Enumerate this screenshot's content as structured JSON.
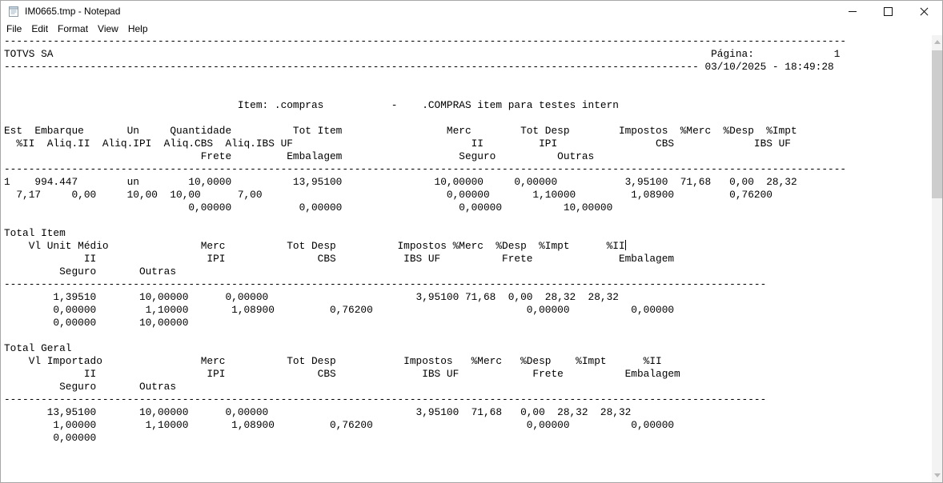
{
  "window": {
    "title": "IM0665.tmp - Notepad"
  },
  "menu": {
    "items": [
      "File",
      "Edit",
      "Format",
      "View",
      "Help"
    ]
  },
  "report": {
    "company": "TOTVS SA",
    "page_label": "Página:",
    "page_number": "1",
    "datetime": "03/10/2025 - 18:49:28",
    "item_code": ".compras",
    "item_description": ".COMPRAS item para testes intern"
  },
  "editor": {
    "caret_line": 16,
    "lines": [
      [
        [
          0,
          "-",
          137
        ]
      ],
      [
        [
          0,
          "TOTVS SA"
        ],
        [
          115,
          "Página:"
        ],
        [
          135,
          "1"
        ]
      ],
      [
        [
          0,
          "-",
          113
        ],
        [
          114,
          "03/10/2025 - 18:49:28"
        ]
      ],
      [],
      [],
      [
        [
          38,
          "Item: .compras"
        ],
        [
          63,
          "-"
        ],
        [
          68,
          ".COMPRAS item para testes intern"
        ]
      ],
      [],
      [
        [
          0,
          "Est"
        ],
        [
          5,
          "Embarque"
        ],
        [
          20,
          "Un"
        ],
        [
          27,
          "Quantidade"
        ],
        [
          47,
          "Tot Item"
        ],
        [
          72,
          "Merc"
        ],
        [
          84,
          "Tot Desp"
        ],
        [
          100,
          "Impostos"
        ],
        [
          110,
          "%Merc"
        ],
        [
          117,
          "%Desp"
        ],
        [
          124,
          "%Impt"
        ]
      ],
      [
        [
          2,
          "%II"
        ],
        [
          7,
          "Aliq.II"
        ],
        [
          16,
          "Aliq.IPI"
        ],
        [
          26,
          "Aliq.CBS"
        ],
        [
          36,
          "Aliq.IBS UF"
        ],
        [
          76,
          "II"
        ],
        [
          87,
          "IPI"
        ],
        [
          106,
          "CBS"
        ],
        [
          122,
          "IBS UF"
        ]
      ],
      [
        [
          32,
          "Frete"
        ],
        [
          46,
          "Embalagem"
        ],
        [
          74,
          "Seguro"
        ],
        [
          90,
          "Outras"
        ]
      ],
      [
        [
          0,
          "-",
          137
        ]
      ],
      [
        [
          0,
          "1"
        ],
        [
          5,
          "994.447"
        ],
        [
          20,
          "un"
        ],
        [
          30,
          "10,0000"
        ],
        [
          47,
          "13,95100"
        ],
        [
          70,
          "10,00000"
        ],
        [
          83,
          "0,00000"
        ],
        [
          101,
          "3,95100"
        ],
        [
          110,
          "71,68"
        ],
        [
          118,
          "0,00"
        ],
        [
          124,
          "28,32"
        ]
      ],
      [
        [
          2,
          "7,17"
        ],
        [
          11,
          "0,00"
        ],
        [
          20,
          "10,00"
        ],
        [
          27,
          "10,00"
        ],
        [
          38,
          "7,00"
        ],
        [
          72,
          "0,00000"
        ],
        [
          86,
          "1,10000"
        ],
        [
          102,
          "1,08900"
        ],
        [
          118,
          "0,76200"
        ]
      ],
      [
        [
          30,
          "0,00000"
        ],
        [
          48,
          "0,00000"
        ],
        [
          74,
          "0,00000"
        ],
        [
          91,
          "10,00000"
        ]
      ],
      [],
      [
        [
          0,
          "Total Item"
        ]
      ],
      [
        [
          4,
          "Vl Unit Médio"
        ],
        [
          32,
          "Merc"
        ],
        [
          46,
          "Tot Desp"
        ],
        [
          64,
          "Impostos"
        ],
        [
          73,
          "%Merc"
        ],
        [
          80,
          "%Desp"
        ],
        [
          87,
          "%Impt"
        ],
        [
          98,
          "%II"
        ]
      ],
      [
        [
          13,
          "II"
        ],
        [
          33,
          "IPI"
        ],
        [
          51,
          "CBS"
        ],
        [
          65,
          "IBS UF"
        ],
        [
          81,
          "Frete"
        ],
        [
          100,
          "Embalagem"
        ]
      ],
      [
        [
          9,
          "Seguro"
        ],
        [
          22,
          "Outras"
        ]
      ],
      [
        [
          0,
          "-",
          124
        ]
      ],
      [
        [
          8,
          "1,39510"
        ],
        [
          22,
          "10,00000"
        ],
        [
          36,
          "0,00000"
        ],
        [
          67,
          "3,95100"
        ],
        [
          75,
          "71,68"
        ],
        [
          82,
          "0,00"
        ],
        [
          88,
          "28,32"
        ],
        [
          95,
          "28,32"
        ]
      ],
      [
        [
          8,
          "0,00000"
        ],
        [
          23,
          "1,10000"
        ],
        [
          37,
          "1,08900"
        ],
        [
          53,
          "0,76200"
        ],
        [
          85,
          "0,00000"
        ],
        [
          102,
          "0,00000"
        ]
      ],
      [
        [
          8,
          "0,00000"
        ],
        [
          22,
          "10,00000"
        ]
      ],
      [],
      [
        [
          0,
          "Total Geral"
        ]
      ],
      [
        [
          4,
          "Vl Importado"
        ],
        [
          32,
          "Merc"
        ],
        [
          46,
          "Tot Desp"
        ],
        [
          65,
          "Impostos"
        ],
        [
          76,
          "%Merc"
        ],
        [
          84,
          "%Desp"
        ],
        [
          93,
          "%Impt"
        ],
        [
          104,
          "%II"
        ]
      ],
      [
        [
          13,
          "II"
        ],
        [
          33,
          "IPI"
        ],
        [
          51,
          "CBS"
        ],
        [
          68,
          "IBS UF"
        ],
        [
          86,
          "Frete"
        ],
        [
          101,
          "Embalagem"
        ]
      ],
      [
        [
          9,
          "Seguro"
        ],
        [
          22,
          "Outras"
        ]
      ],
      [
        [
          0,
          "-",
          124
        ]
      ],
      [
        [
          7,
          "13,95100"
        ],
        [
          22,
          "10,00000"
        ],
        [
          36,
          "0,00000"
        ],
        [
          67,
          "3,95100"
        ],
        [
          76,
          "71,68"
        ],
        [
          84,
          "0,00"
        ],
        [
          90,
          "28,32"
        ],
        [
          97,
          "28,32"
        ]
      ],
      [
        [
          8,
          "1,00000"
        ],
        [
          23,
          "1,10000"
        ],
        [
          37,
          "1,08900"
        ],
        [
          53,
          "0,76200"
        ],
        [
          85,
          "0,00000"
        ],
        [
          102,
          "0,00000"
        ]
      ],
      [
        [
          8,
          "0,00000"
        ]
      ]
    ]
  }
}
